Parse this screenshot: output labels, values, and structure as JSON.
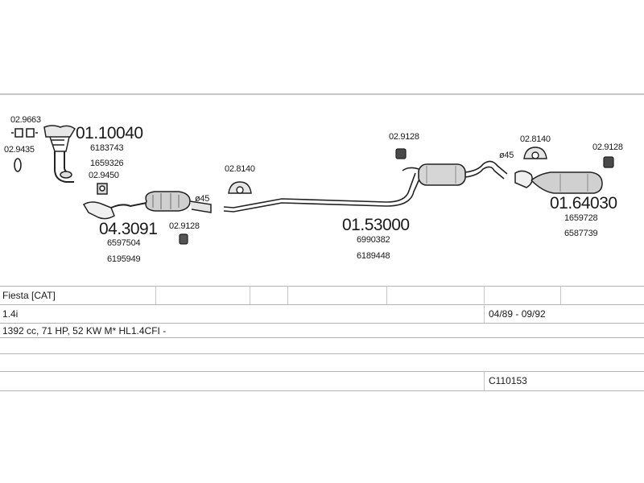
{
  "parts": {
    "clamp_left_top": "02.9663",
    "clamp_left_mid": "02.9435",
    "front_pipe_ref": "01.10040",
    "front_pipe_oem_1": "6183743",
    "front_pipe_oem_2": "1659326",
    "gasket_front": "02.9450",
    "hanger_mid": "02.8140",
    "catalyst_ref": "04.3091",
    "catalyst_oem_1": "6597504",
    "catalyst_oem_2": "6195949",
    "catalyst_clamp": "02.9128",
    "catalyst_diameter": "ø45",
    "hanger_center": "02.9128",
    "centre_ref": "01.53000",
    "centre_oem_1": "6990382",
    "centre_oem_2": "6189448",
    "rear_diameter": "ø45",
    "hanger_rear": "02.8140",
    "clamp_rear": "02.9128",
    "rear_ref": "01.64030",
    "rear_oem_1": "1659728",
    "rear_oem_2": "6587739"
  },
  "table": {
    "model": "Fiesta  [CAT]",
    "engine": "1.4i",
    "years": "04/89 - 09/92",
    "spec": "1392 cc, 71 HP, 52 KW  M* HL1.4CFI -",
    "code": "C110153"
  }
}
